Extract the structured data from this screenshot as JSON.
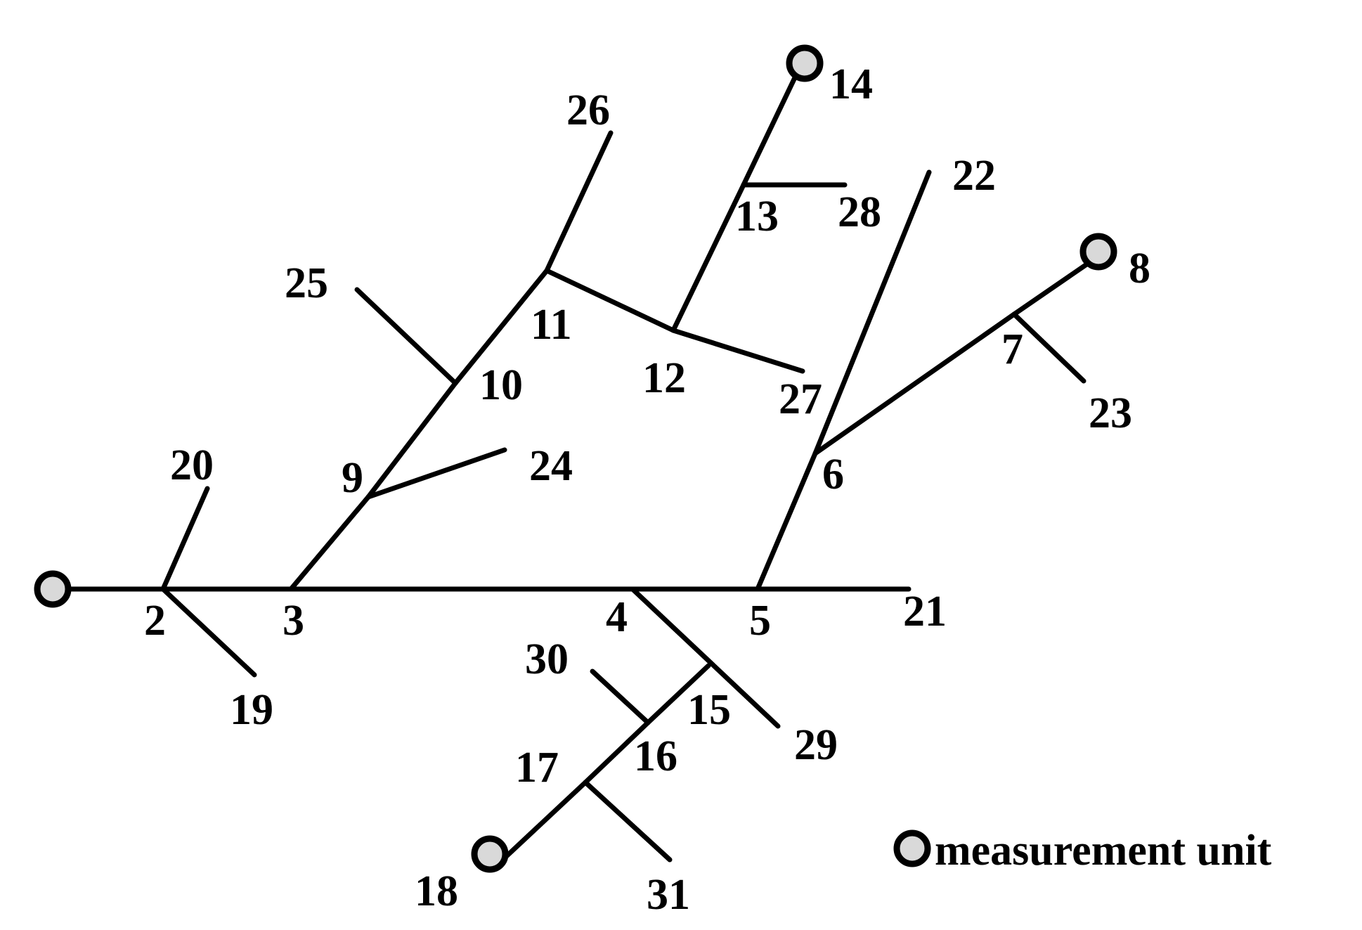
{
  "diagram": {
    "legend": {
      "label": "measurement unit"
    },
    "labels": [
      "2",
      "3",
      "4",
      "5",
      "6",
      "7",
      "8",
      "9",
      "10",
      "11",
      "12",
      "13",
      "14",
      "15",
      "16",
      "17",
      "18",
      "19",
      "20",
      "21",
      "22",
      "23",
      "24",
      "25",
      "26",
      "27",
      "28",
      "29",
      "30",
      "31"
    ],
    "colors": {
      "line": "#000000",
      "meter_fill": "#d9d9d9",
      "background": "#ffffff"
    }
  }
}
